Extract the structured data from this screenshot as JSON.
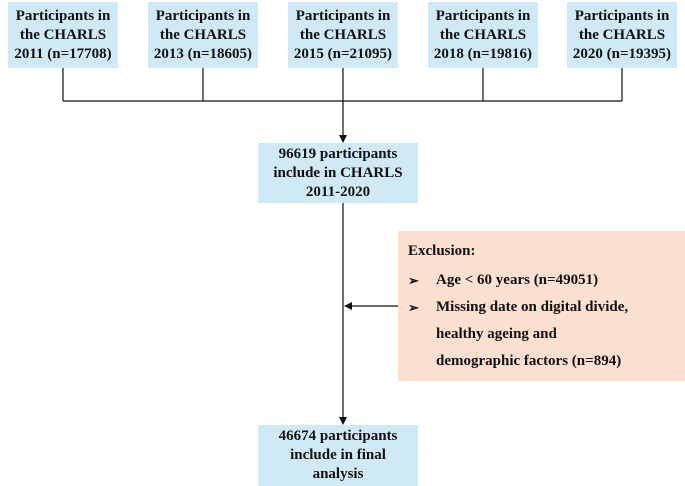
{
  "colors": {
    "box_fill": "#cfeaf6",
    "exclusion_fill": "#fde0cf",
    "line": "#111111"
  },
  "waves": [
    {
      "line1": "Participants in",
      "line2": "the CHARLS",
      "line3": "2011 (n=17708)"
    },
    {
      "line1": "Participants in",
      "line2": "the CHARLS",
      "line3": "2013 (n=18605)"
    },
    {
      "line1": "Participants in",
      "line2": "the CHARLS",
      "line3": "2015 (n=21095)"
    },
    {
      "line1": "Participants in",
      "line2": "the CHARLS",
      "line3": "2018 (n=19816)"
    },
    {
      "line1": "Participants in",
      "line2": "the CHARLS",
      "line3": "2020 (n=19395)"
    }
  ],
  "combined": {
    "line1": "96619 participants",
    "line2": "include in CHARLS",
    "line3": "2011-2020"
  },
  "exclusion": {
    "title": "Exclusion:",
    "bullet_icon": "➢",
    "item1": "Age < 60 years (n=49051)",
    "item2_line1": "Missing date on digital divide,",
    "item2_line2": "healthy ageing and",
    "item2_line3": "demographic factors (n=894)"
  },
  "final": {
    "line1": "46674 participants",
    "line2": "include in final",
    "line3": "analysis"
  }
}
